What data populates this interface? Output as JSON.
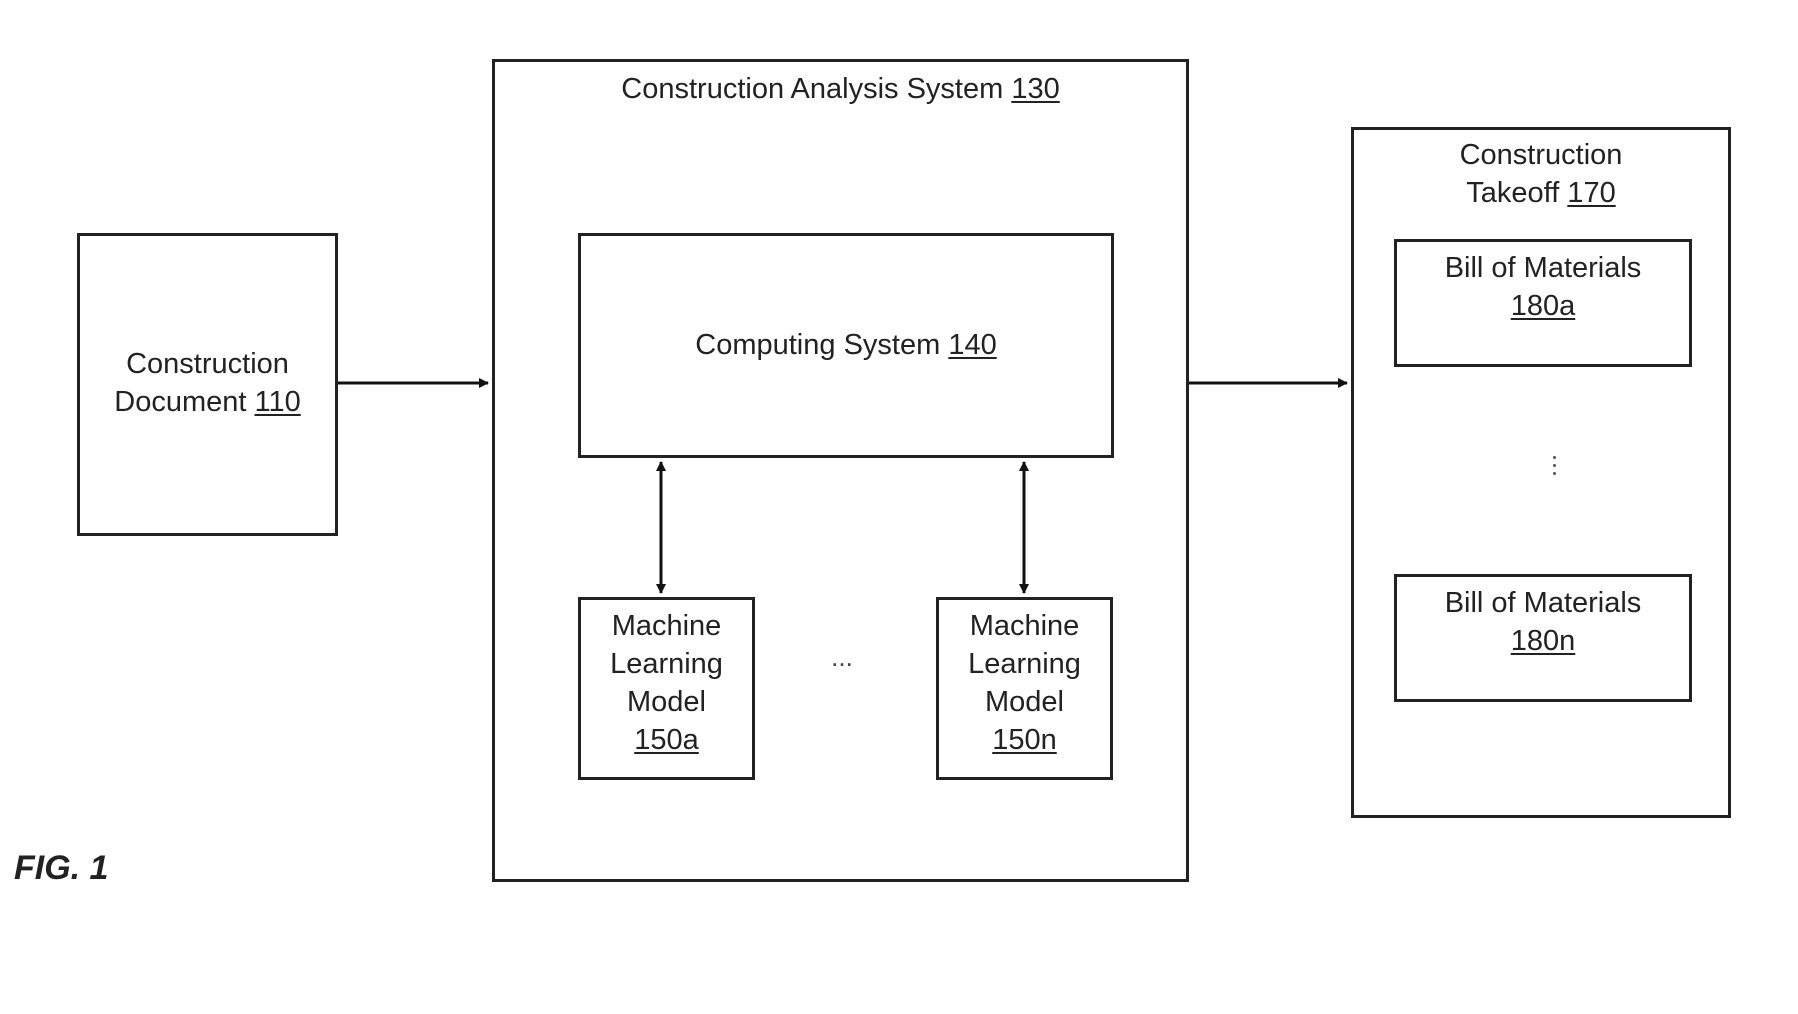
{
  "figure_label": "FIG. 1",
  "document": {
    "line1": "Construction",
    "line2": "Document",
    "ref": "110"
  },
  "analysis_system": {
    "title": "Construction Analysis System",
    "ref": "130"
  },
  "computing_system": {
    "title": "Computing System",
    "ref": "140"
  },
  "ml_model_a": {
    "line1": "Machine",
    "line2": "Learning",
    "line3": "Model",
    "ref": "150a"
  },
  "ml_model_n": {
    "line1": "Machine",
    "line2": "Learning",
    "line3": "Model",
    "ref": "150n"
  },
  "models_ellipsis": "...",
  "takeoff": {
    "line1": "Construction",
    "line2": "Takeoff",
    "ref": "170"
  },
  "bom_a": {
    "title": "Bill of Materials",
    "ref": "180a"
  },
  "bom_n": {
    "title": "Bill of Materials",
    "ref": "180n"
  }
}
